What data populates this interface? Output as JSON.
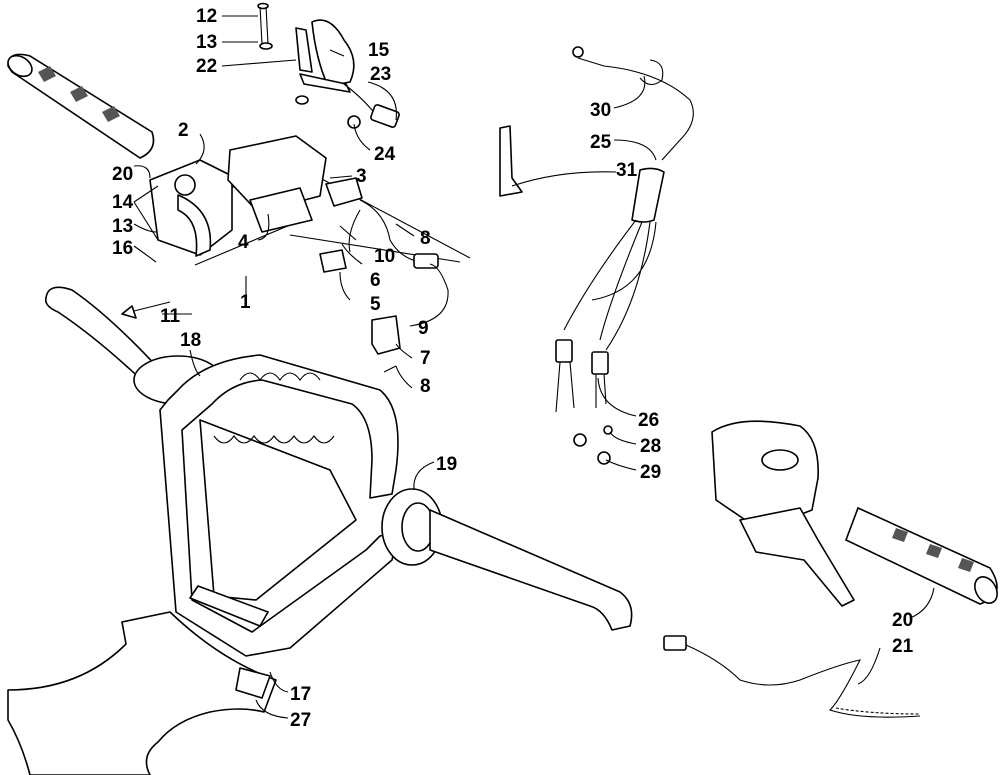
{
  "diagram": {
    "callouts": [
      {
        "id": "c12a",
        "label": "12"
      },
      {
        "id": "c13a",
        "label": "13"
      },
      {
        "id": "c22",
        "label": "22"
      },
      {
        "id": "c15",
        "label": "15"
      },
      {
        "id": "c23",
        "label": "23"
      },
      {
        "id": "c2",
        "label": "2"
      },
      {
        "id": "c24",
        "label": "24"
      },
      {
        "id": "c3",
        "label": "3"
      },
      {
        "id": "c20a",
        "label": "20"
      },
      {
        "id": "c14",
        "label": "14"
      },
      {
        "id": "c13b",
        "label": "13"
      },
      {
        "id": "c16",
        "label": "16"
      },
      {
        "id": "c4",
        "label": "4"
      },
      {
        "id": "c8a",
        "label": "8"
      },
      {
        "id": "c10",
        "label": "10"
      },
      {
        "id": "c6",
        "label": "6"
      },
      {
        "id": "c1",
        "label": "1"
      },
      {
        "id": "c5",
        "label": "5"
      },
      {
        "id": "c11",
        "label": "11"
      },
      {
        "id": "c9",
        "label": "9"
      },
      {
        "id": "c18",
        "label": "18"
      },
      {
        "id": "c7",
        "label": "7"
      },
      {
        "id": "c8b",
        "label": "8"
      },
      {
        "id": "c30",
        "label": "30"
      },
      {
        "id": "c25",
        "label": "25"
      },
      {
        "id": "c31",
        "label": "31"
      },
      {
        "id": "c26",
        "label": "26"
      },
      {
        "id": "c28",
        "label": "28"
      },
      {
        "id": "c29",
        "label": "29"
      },
      {
        "id": "c19",
        "label": "19"
      },
      {
        "id": "c20b",
        "label": "20"
      },
      {
        "id": "c21",
        "label": "21"
      },
      {
        "id": "c17",
        "label": "17"
      },
      {
        "id": "c27",
        "label": "27"
      }
    ]
  }
}
